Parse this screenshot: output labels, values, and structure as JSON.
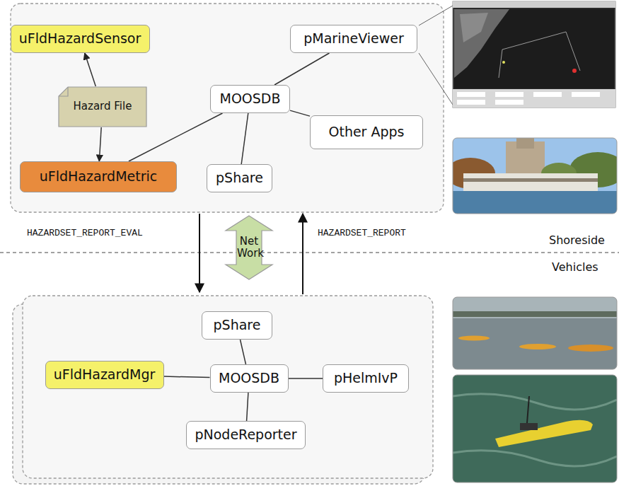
{
  "diagram": {
    "nodes": [
      {
        "text": [
          "uFldHazardSensor"
        ]
      },
      {
        "text": [
          "pMarineViewer"
        ]
      },
      {
        "text": [
          "MOOSDB"
        ]
      },
      {
        "text": [
          "Hazard File"
        ]
      },
      {
        "text": [
          "Other Apps"
        ]
      },
      {
        "text": [
          "uFldHazardMetric"
        ]
      },
      {
        "text": [
          "pShare"
        ]
      },
      {
        "text": [
          "Net Work"
        ]
      },
      {
        "text": [
          "pShare"
        ]
      },
      {
        "text": [
          "uFldHazardMgr"
        ]
      },
      {
        "text": [
          "MOOSDB"
        ]
      },
      {
        "text": [
          "pHelmIvP"
        ]
      },
      {
        "text": [
          "pNodeReporter"
        ]
      }
    ],
    "edges": [
      {
        "from": 3,
        "to": 0,
        "arrow": "to"
      },
      {
        "from": 3,
        "to": 5,
        "arrow": "to"
      },
      {
        "from": 2,
        "to": 1,
        "arrow": "none"
      },
      {
        "from": 2,
        "to": 4,
        "arrow": "none"
      },
      {
        "from": 2,
        "to": 6,
        "arrow": "none"
      },
      {
        "from": 2,
        "to": 5,
        "arrow": "none"
      },
      {
        "from": 8,
        "to": 10,
        "arrow": "none"
      },
      {
        "from": 9,
        "to": 10,
        "arrow": "none"
      },
      {
        "from": 10,
        "to": 11,
        "arrow": "none"
      },
      {
        "from": 10,
        "to": 12,
        "arrow": "none"
      }
    ],
    "labels": [
      "HAZARDSET_REPORT_EVAL",
      "HAZARDSET_REPORT",
      "Shoreside",
      "Vehicles"
    ]
  }
}
